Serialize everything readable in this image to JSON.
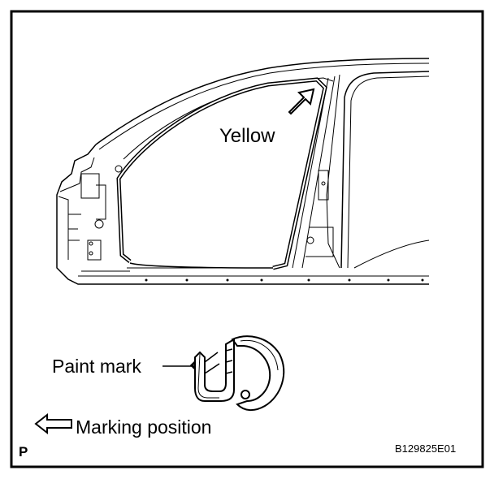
{
  "labels": {
    "yellow": "Yellow",
    "paint_mark": "Paint mark",
    "marking_position": "Marking position",
    "view_letter": "P",
    "figure_code": "B129825E01"
  },
  "colors": {
    "line": "#000000",
    "background": "#ffffff"
  },
  "icons": {
    "marking_arrow": "left-hollow-arrow-icon",
    "direction_arrow": "diagonal-hollow-arrow-icon"
  }
}
